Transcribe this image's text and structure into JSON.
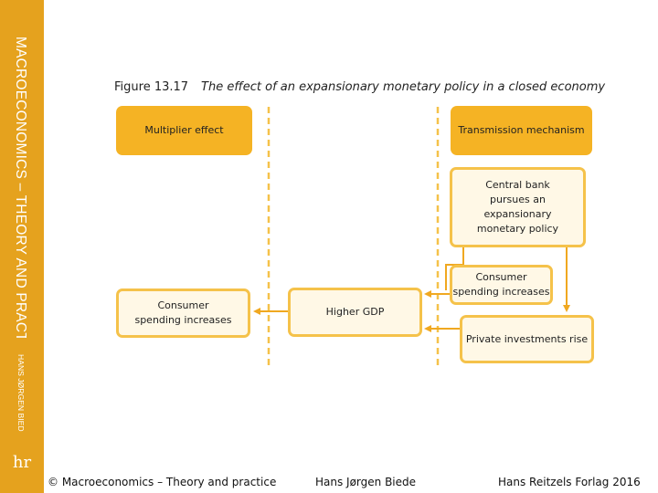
{
  "sidebar": {
    "book_title": "MACROECONOMICS – THEORY AND PRACTICE",
    "author": "HANS JØRGEN BIEDE",
    "logo": "hr"
  },
  "figure": {
    "number": "Figure 13.17",
    "caption": "The effect of an expansionary monetary policy in a closed economy"
  },
  "diagram": {
    "multiplier_header": "Multiplier effect",
    "transmission_header": "Transmission mechanism",
    "central_bank": "Central bank\npursues an\nexpansionary\nmonetary policy",
    "consumer_right": "Consumer\nspending increases",
    "private_investments": "Private investments rise",
    "higher_gdp": "Higher GDP",
    "consumer_left": "Consumer\nspending increases"
  },
  "footer": {
    "copyright": "© Macroeconomics – Theory and practice",
    "author": "Hans Jørgen Biede",
    "publisher": "Hans Reitzels Forlag 2016"
  },
  "colors": {
    "sidebar": "#e5a21e",
    "box_fill": "#f5b324",
    "box_border": "#f5c24a",
    "arrow": "#f0a820"
  }
}
